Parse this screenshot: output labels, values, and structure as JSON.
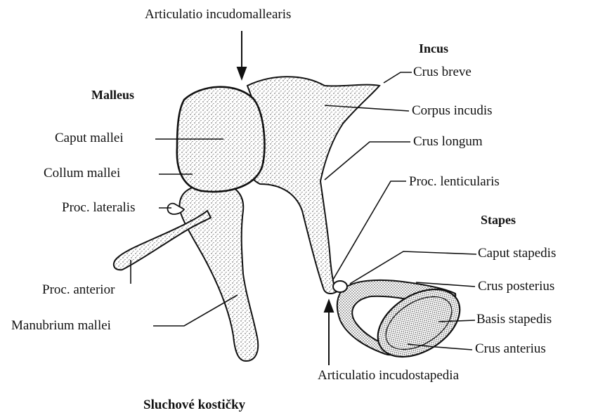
{
  "caption": "Sluchové kostičky",
  "groups": {
    "malleus": "Malleus",
    "incus": "Incus",
    "stapes": "Stapes"
  },
  "labels": {
    "articulatio_incudomallearis": "Articulatio incudomallearis",
    "caput_mallei": "Caput mallei",
    "collum_mallei": "Collum mallei",
    "proc_lateralis": "Proc. lateralis",
    "proc_anterior": "Proc. anterior",
    "manubrium_mallei": "Manubrium mallei",
    "crus_breve": "Crus breve",
    "corpus_incudis": "Corpus incudis",
    "crus_longum": "Crus longum",
    "proc_lenticularis": "Proc. lenticularis",
    "caput_stapedis": "Caput stapedis",
    "crus_posterius": "Crus posterius",
    "basis_stapedis": "Basis stapedis",
    "crus_anterius": "Crus anterius",
    "articulatio_incudostapedia": "Articulatio incudostapedia"
  },
  "colors": {
    "ink": "#111111",
    "background": "#ffffff"
  }
}
